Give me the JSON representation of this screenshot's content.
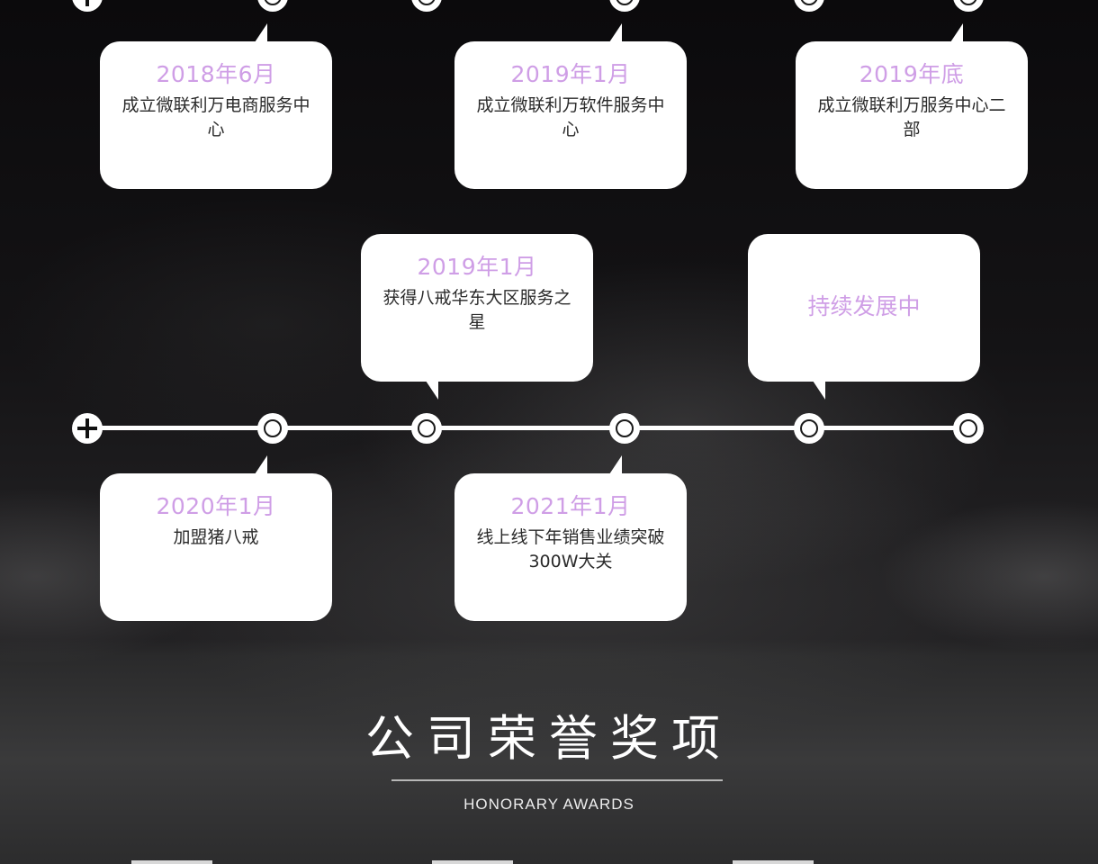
{
  "timeline": {
    "top_row": [
      {
        "date": "2018年6月",
        "desc": "成立微联利万电商服务中心"
      },
      {
        "date": "2019年1月",
        "desc": "成立微联利万软件服务中心"
      },
      {
        "date": "2019年底",
        "desc": "成立微联利万服务中心二部"
      }
    ],
    "middle_row": [
      {
        "date": "2019年1月",
        "desc": "获得八戒华东大区服务之星"
      },
      {
        "label": "持续发展中"
      }
    ],
    "bottom_row": [
      {
        "date": "2020年1月",
        "desc": "加盟猪八戒"
      },
      {
        "date": "2021年1月",
        "desc": "线上线下年销售业绩突破300W大关"
      }
    ]
  },
  "honors": {
    "title": "公司荣誉奖项",
    "subtitle": "HONORARY AWARDS"
  },
  "colors": {
    "accent": "#cf9ee6",
    "card_bg": "#ffffff",
    "text_dark": "#2a2a2a"
  },
  "icons": {
    "timeline_start": "plus-circle-icon",
    "timeline_node": "ring-node-icon"
  }
}
